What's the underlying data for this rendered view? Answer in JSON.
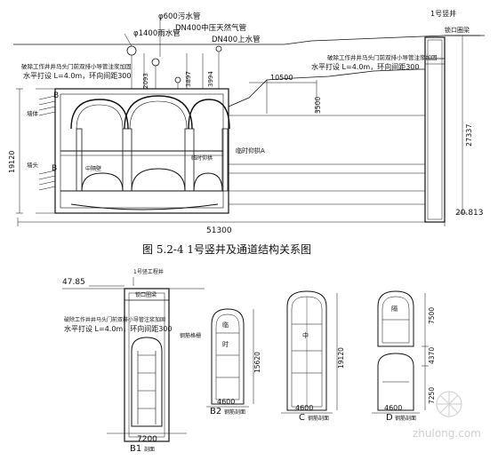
{
  "figure": {
    "caption": "图 5.2-4    1号竖井及通道结构关系图",
    "watermark": "zhulong.com"
  },
  "top_drawing": {
    "pipe_labels": [
      "φ1400雨水管",
      "φ600污水管",
      "DN400中压天然气管",
      "DN400上水管"
    ],
    "shaft_label": "1号竖井",
    "lock_label": "锁口圈梁",
    "note_left_1": "破除工作井井马头门前双排小导管注浆加固",
    "note_left_2": "水平打设 L=4.0m，环向间距300",
    "note_right_1": "破除工作井井马头门前双排小导管注浆加固",
    "note_right_2": "水平打设 L=4.0m，环向间距300",
    "dim_2093": "2093",
    "dim_3897": "3897",
    "dim_3994": "3994",
    "dim_10500": "10500",
    "dim_3500": "3500",
    "dim_19120": "19120",
    "dim_27337": "27337",
    "dim_20813": "20.813",
    "dim_51300": "51300",
    "label_B_upper": "B",
    "label_B_lower": "B",
    "label_middle_wall": "中隔壁",
    "label_diaphragm": "临时仰拱",
    "label_A": "临时仰拱A",
    "label_left_side": "墙体",
    "label_left_side2": "墙头"
  },
  "bottom_drawing": {
    "shaft_label": "1号竖工程井",
    "elevation": "47.85",
    "lock_label": "锁口圈梁",
    "note_1": "破除工作井井马头门前双排小导管注浆加固",
    "note_2": "水平打设 L=4.0m，环向间距300",
    "pipe_note": "钢筋格栅",
    "width_b1": "7200",
    "section_b1": "B1",
    "section_b1_label": "剖面",
    "width_b2": "4600",
    "section_b2": "B2",
    "section_b2_label": "钢筋剖面",
    "height_b2": "15620",
    "width_c": "4600",
    "section_c": "C",
    "section_c_label": "钢筋剖面",
    "height_c": "19120",
    "width_d": "4600",
    "section_d": "D",
    "section_d_label": "钢筋剖面",
    "height_d1": "7500",
    "height_d2": "4370",
    "height_d3": "7250",
    "cell_text": [
      "临",
      "时",
      "中",
      "隔"
    ]
  }
}
